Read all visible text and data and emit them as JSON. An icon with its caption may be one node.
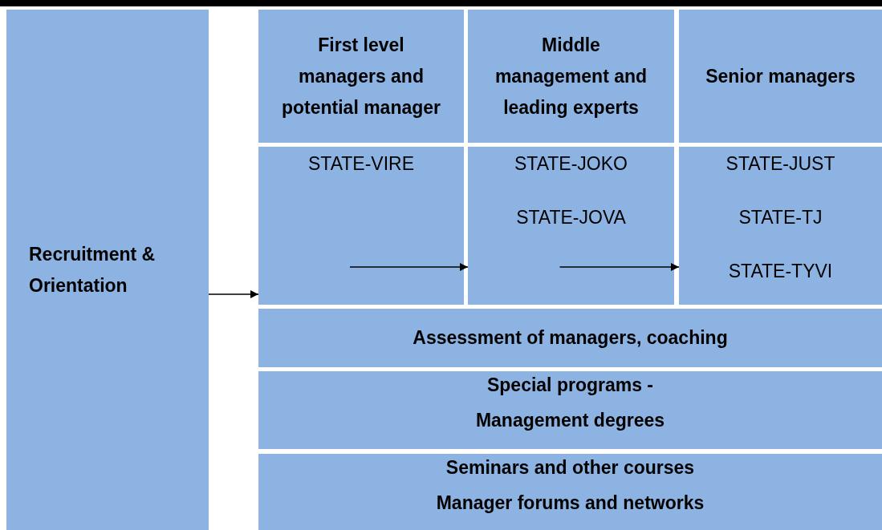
{
  "diagram": {
    "nodes": [
      {
        "text": [
          "Recruitment & Orientation"
        ]
      },
      {
        "text": [
          "First level managers and potential manager"
        ]
      },
      {
        "text": [
          "Middle management and leading experts"
        ]
      },
      {
        "text": [
          "Senior managers"
        ]
      },
      {
        "text": [
          "STATE-VIRE"
        ]
      },
      {
        "text": [
          "STATE-JOKO",
          "STATE-JOVA"
        ]
      },
      {
        "text": [
          "STATE-JUST",
          "STATE-TJ",
          "STATE-TYVI"
        ]
      },
      {
        "text": [
          "Assessment of managers, coaching"
        ]
      },
      {
        "text": [
          "Special programs -",
          "Management degrees"
        ]
      },
      {
        "text": [
          "Seminars and other courses",
          "Manager forums and networks"
        ]
      }
    ],
    "edges": [
      {
        "from": 0,
        "to": 4,
        "arrow": "to"
      },
      {
        "from": 4,
        "to": 5,
        "arrow": "to"
      },
      {
        "from": 5,
        "to": 6,
        "arrow": "to"
      }
    ]
  }
}
